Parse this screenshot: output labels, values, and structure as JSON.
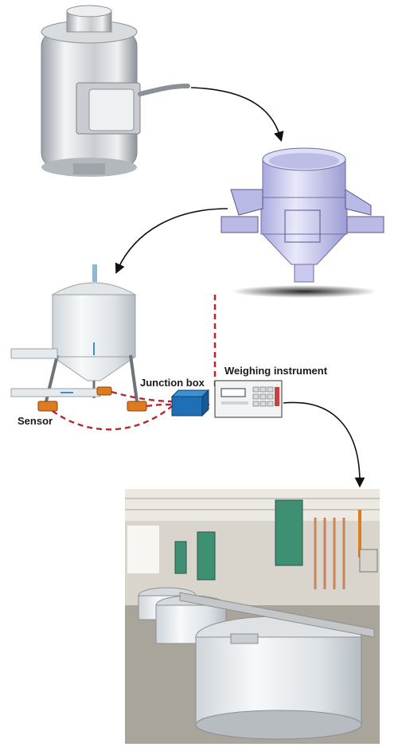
{
  "labels": {
    "junction_box": "Junction box",
    "weighing_instrument": "Weighing instrument",
    "sensor": "Sensor"
  },
  "colors": {
    "wire_red": "#b8262b",
    "arrow_black": "#111111",
    "junction_box_blue": "#1f6fb5",
    "sensor_orange": "#e07a1f",
    "steel_light": "#e6e8ea",
    "steel_dark": "#8b9096",
    "hopper_lavender": "#c9c9ef",
    "plant_green": "#3f8f73"
  },
  "icons": [
    "load-cell-sensor-icon",
    "weighing-hopper-icon",
    "storage-tank-icon",
    "weighing-instrument-icon",
    "junction-box-icon",
    "factory-tanks-photo"
  ]
}
